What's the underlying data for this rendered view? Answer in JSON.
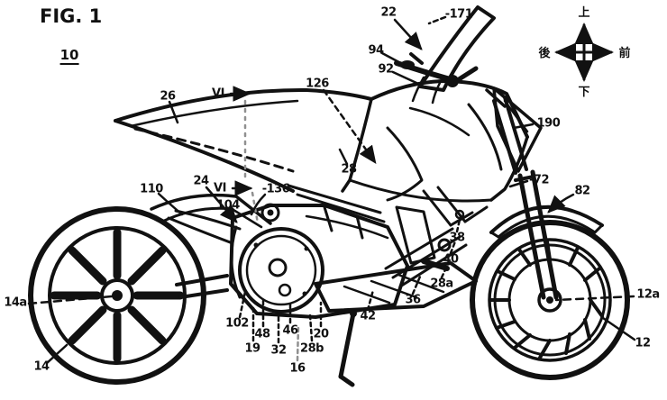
{
  "figure": {
    "title": "FIG. 1",
    "number": "10"
  },
  "compass": {
    "up": "上",
    "down": "下",
    "front": "前",
    "rear": "後"
  },
  "colors": {
    "ink": "#111111",
    "leader_gray": "#909090",
    "background": "#ffffff"
  },
  "labels": {
    "ref_26": "26",
    "ref_vi_top": "VI",
    "ref_126": "126",
    "ref_22": "22",
    "ref_171": "-171",
    "ref_94": "94",
    "ref_92": "92",
    "ref_190": "-190",
    "ref_72": "-72",
    "ref_82": "82",
    "ref_110": "110",
    "ref_24": "24",
    "ref_vi_mid": "VI",
    "ref_136": "-136",
    "ref_104": "104",
    "ref_28": "28",
    "ref_14a": "14a",
    "ref_14": "14",
    "ref_12a": "12a",
    "ref_12": "12",
    "ref_102": "102",
    "ref_48": "48",
    "ref_19": "19",
    "ref_32": "32",
    "ref_46": "46",
    "ref_20": "20",
    "ref_28b": "28b",
    "ref_16": "16",
    "ref_42": "42",
    "ref_36": "36",
    "ref_28a": "28a",
    "ref_40": "40",
    "ref_38": "38"
  }
}
